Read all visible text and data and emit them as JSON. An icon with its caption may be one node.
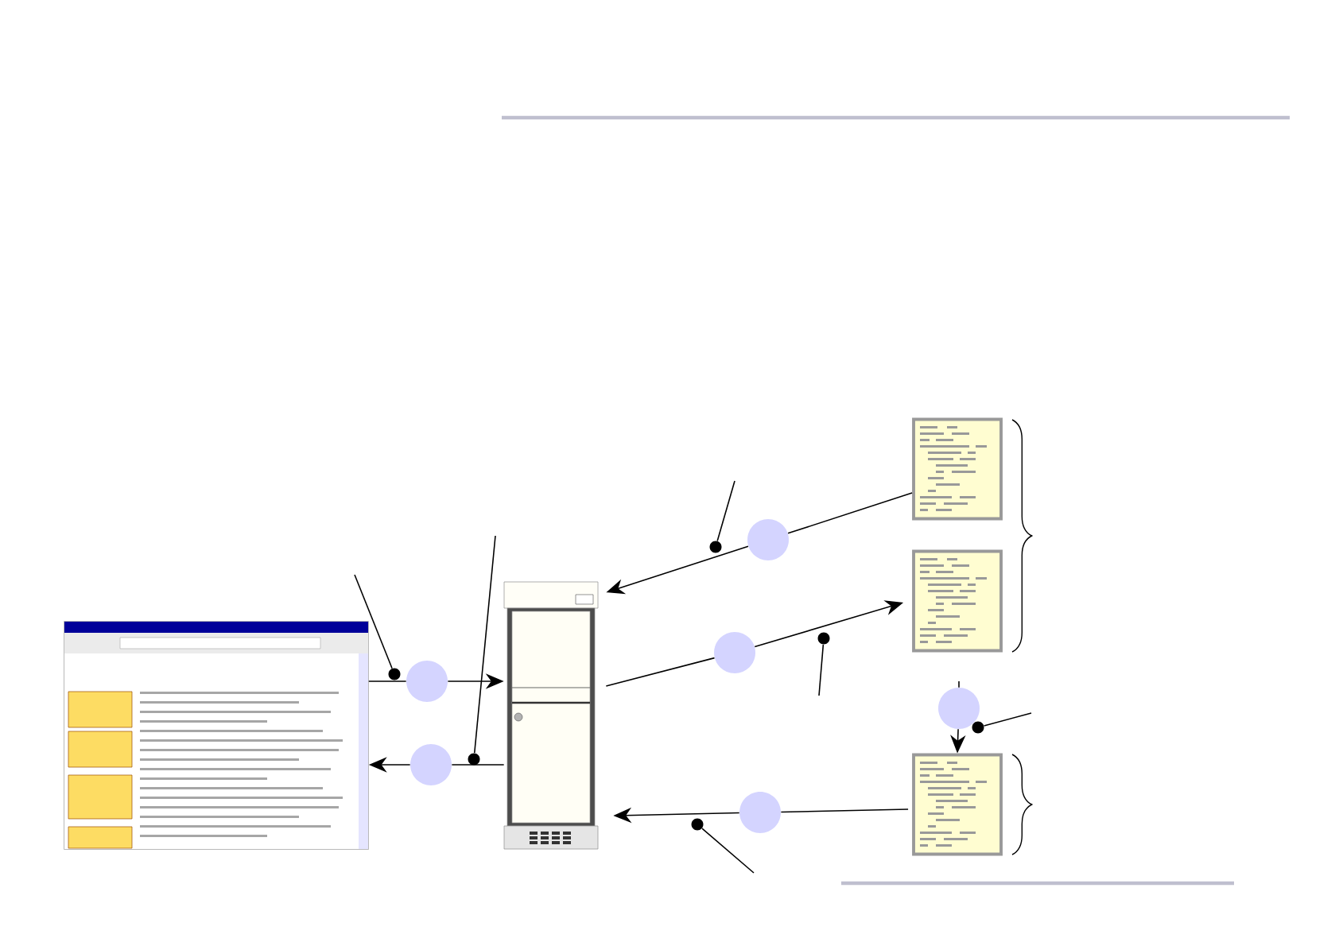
{
  "diagram": {
    "nodes": [
      {
        "text": [],
        "shape": "picture"
      },
      {
        "text": [],
        "shape": "picture"
      },
      {
        "text": [],
        "shape": "picture"
      },
      {
        "text": [],
        "shape": "picture"
      },
      {
        "text": [],
        "shape": "picture"
      },
      {
        "text": [],
        "shape": "circle"
      },
      {
        "text": [],
        "shape": "circle"
      },
      {
        "text": [],
        "shape": "circle"
      },
      {
        "text": [],
        "shape": "circle"
      },
      {
        "text": [],
        "shape": "circle"
      },
      {
        "text": [],
        "shape": "circle"
      },
      {
        "text": [],
        "shape": "circle"
      },
      {
        "text": [],
        "shape": "circle"
      },
      {
        "text": [],
        "shape": "circle"
      },
      {
        "text": [],
        "shape": "circle"
      },
      {
        "text": [],
        "shape": "circle"
      },
      {
        "text": [],
        "shape": "circle"
      }
    ],
    "edges": [
      {
        "from": 0,
        "to": 5,
        "arrow": "none"
      },
      {
        "from": 5,
        "to": 1,
        "arrow": "to"
      },
      {
        "from": 1,
        "to": 6,
        "arrow": "none"
      },
      {
        "from": 6,
        "to": 0,
        "arrow": "to"
      },
      {
        "from": 2,
        "to": 7,
        "arrow": "none"
      },
      {
        "from": 7,
        "to": 1,
        "arrow": "to"
      },
      {
        "from": 1,
        "to": 8,
        "arrow": "none"
      },
      {
        "from": 8,
        "to": 3,
        "arrow": "to"
      },
      {
        "from": null,
        "to": 9,
        "arrow": "none"
      },
      {
        "from": 9,
        "to": 4,
        "arrow": "to"
      },
      {
        "from": 4,
        "to": 10,
        "arrow": "none"
      },
      {
        "from": 10,
        "to": 1,
        "arrow": "to"
      },
      {
        "from": null,
        "to": 11,
        "arrow": "none"
      },
      {
        "from": null,
        "to": 12,
        "arrow": "none"
      },
      {
        "from": null,
        "to": 13,
        "arrow": "none"
      },
      {
        "from": null,
        "to": 14,
        "arrow": "none"
      },
      {
        "from": null,
        "to": 15,
        "arrow": "none"
      },
      {
        "from": null,
        "to": 16,
        "arrow": "none"
      }
    ]
  }
}
